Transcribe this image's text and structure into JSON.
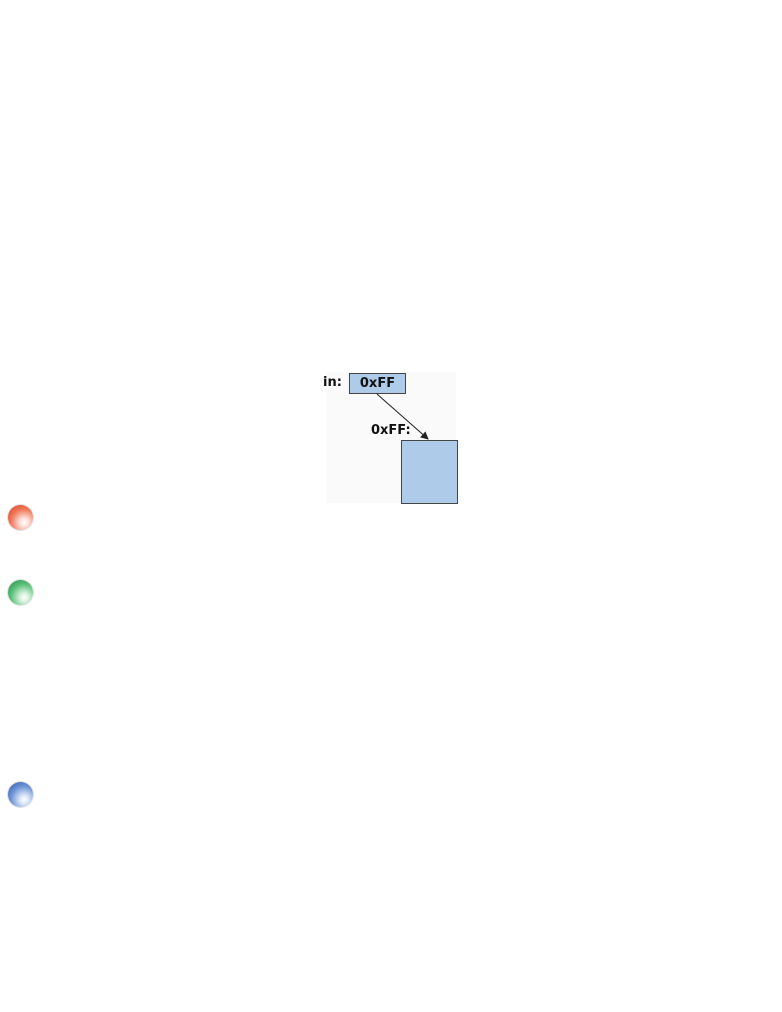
{
  "diagram": {
    "pointer_var": {
      "name_label": "in:",
      "value": "0xFF"
    },
    "target": {
      "address_label": "0xFF:"
    },
    "colors": {
      "box_fill": "#aecbea",
      "border": "#444444",
      "arrow": "#222222"
    }
  },
  "bullets": [
    {
      "color": "#e04a2a",
      "icon": "red-bullet-icon"
    },
    {
      "color": "#2e9a4e",
      "icon": "green-bullet-icon"
    },
    {
      "color": "#3563b4",
      "icon": "blue-bullet-icon"
    }
  ]
}
